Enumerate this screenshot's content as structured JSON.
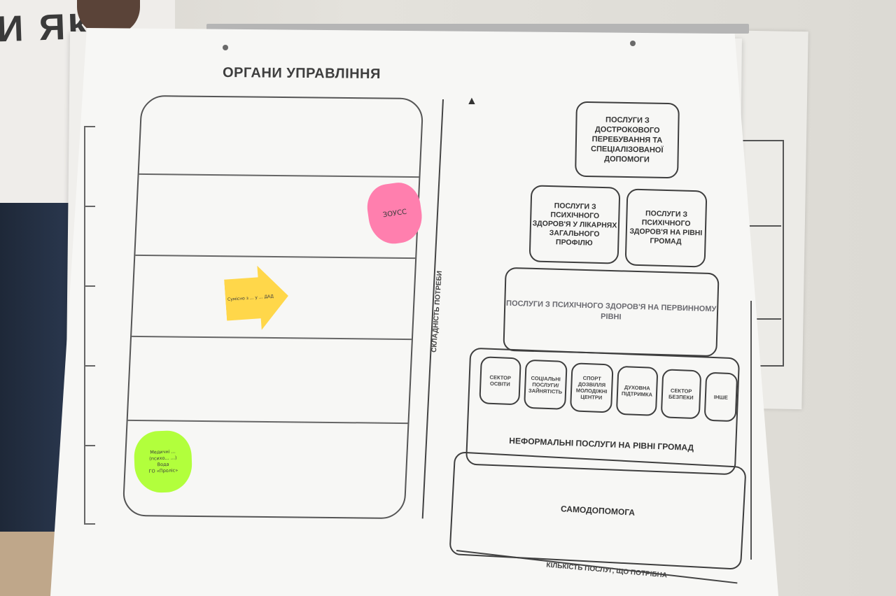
{
  "shirt_text": "И ЯК",
  "chart": {
    "title": "ОРГАНИ УПРАВЛІННЯ",
    "y_axis_label": "СКЛАДНІСТЬ ПОТРЕБИ",
    "x_axis_label": "КІЛЬКІСТЬ ПОСЛУГ, ЩО ПОТРІБНА"
  },
  "pyramid": {
    "top": "ПОСЛУГИ З ДОСТРОКОВОГО ПЕРЕБУВАННЯ ТА СПЕЦІАЛІЗОВАНОЇ ДОПОМОГИ",
    "hospitals": "ПОСЛУГИ З ПСИХІЧНОГО ЗДОРОВ'Я У ЛІКАРНЯХ ЗАГАЛЬНОГО ПРОФІЛЮ",
    "communities": "ПОСЛУГИ З ПСИХІЧНОГО ЗДОРОВ'Я НА РІВНІ ГРОМАД",
    "primary": "ПОСЛУГИ З ПСИХІЧНОГО ЗДОРОВ'Я НА ПЕРВИННОМУ РІВНІ",
    "informal": "НЕФОРМАЛЬНІ ПОСЛУГИ НА РІВНІ ГРОМАД",
    "informal_sectors": [
      "СЕКТОР ОСВІТИ",
      "СОЦІАЛЬНІ ПОСЛУГИ/ ЗАЙНЯТІСТЬ",
      "СПОРТ ДОЗВІЛЛЯ МОЛОДІЖНІ ЦЕНТРИ",
      "ДУХОВНА ПІДТРИМКА",
      "СЕКТОР БЕЗПЕКИ",
      "ІНШЕ"
    ],
    "self_help": "САМОДОПОМОГА"
  },
  "sticky_notes": {
    "pink": "ЗОУСС",
    "yellow": "Сумісно з ... у ... ДАД",
    "green": [
      "Медичні ...",
      "(психо... ...)",
      "Вода",
      "ГО «Проліс»"
    ]
  },
  "colors": {
    "pink_note": "#ff7fae",
    "yellow_note": "#ffd74a",
    "green_note": "#b2ff3c",
    "paper": "#f7f7f5"
  }
}
